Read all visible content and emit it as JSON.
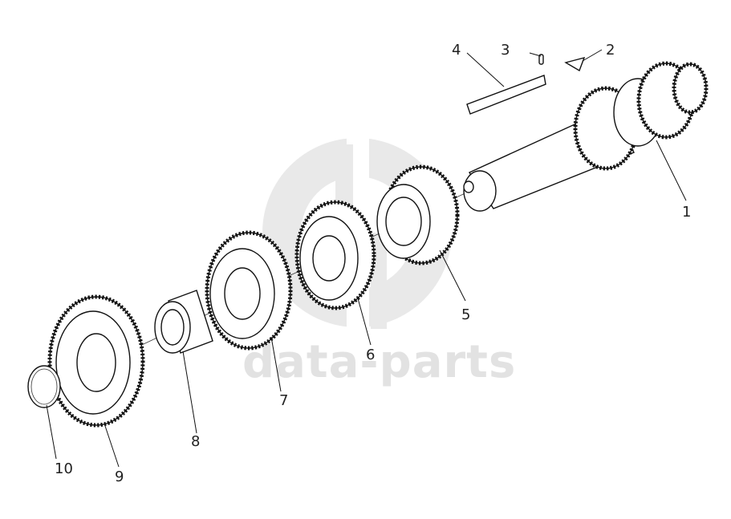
{
  "watermark": {
    "text": "data-parts",
    "logo_icon": "gp-logo-icon",
    "color": "#e2e2e2"
  },
  "callouts": {
    "c1": "1",
    "c2": "2",
    "c3": "3",
    "c4": "4",
    "c5": "5",
    "c6": "6",
    "c7": "7",
    "c8": "8",
    "c9": "9",
    "c10": "10"
  },
  "colors": {
    "line": "#111111",
    "background": "#ffffff"
  }
}
